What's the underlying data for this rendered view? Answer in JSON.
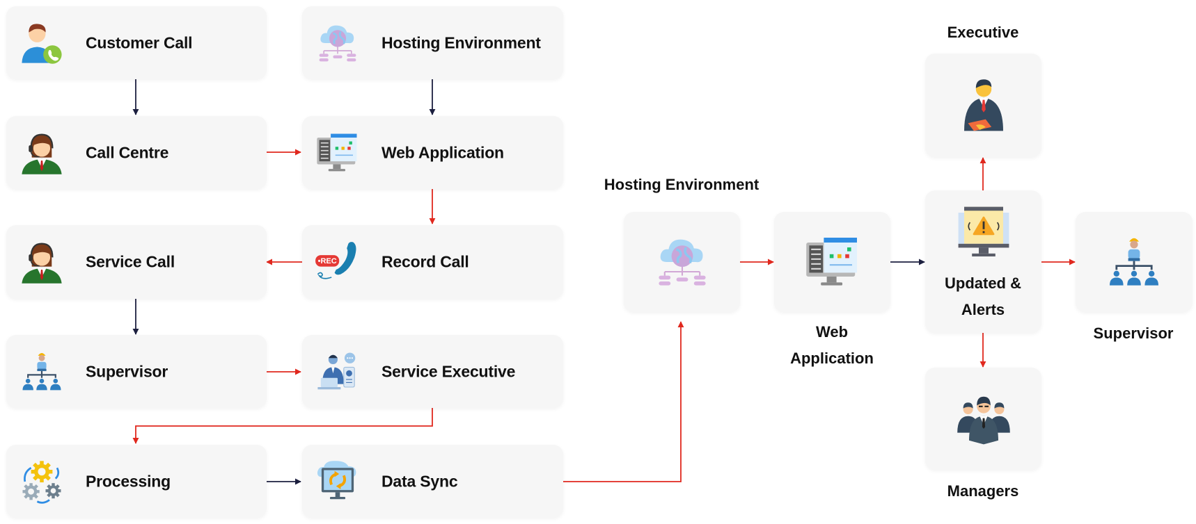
{
  "colors": {
    "box_bg": "#f6f6f6",
    "arrow_red": "#e0281e",
    "arrow_dark": "#1c1f3f"
  },
  "left_flow": {
    "customer_call": {
      "label": "Customer Call",
      "icon": "customer-phone-icon"
    },
    "hosting_environment": {
      "label": "Hosting Environment",
      "icon": "cloud-hosting-icon"
    },
    "call_centre": {
      "label": "Call Centre",
      "icon": "call-agent-icon"
    },
    "web_application": {
      "label": "Web Application",
      "icon": "web-app-monitor-icon"
    },
    "service_call": {
      "label": "Service Call",
      "icon": "call-agent-icon"
    },
    "record_call": {
      "label": "Record Call",
      "icon": "record-call-icon",
      "badge": "•REC"
    },
    "supervisor": {
      "label": "Supervisor",
      "icon": "supervisor-hierarchy-icon"
    },
    "service_executive": {
      "label": "Service Executive",
      "icon": "service-executive-icon"
    },
    "processing": {
      "label": "Processing",
      "icon": "gears-icon"
    },
    "data_sync": {
      "label": "Data Sync",
      "icon": "data-sync-icon"
    }
  },
  "right_flow": {
    "hosting_environment": {
      "label": "Hosting Environment",
      "icon": "cloud-hosting-icon"
    },
    "web_application": {
      "label_line1": "Web",
      "label_line2": "Application",
      "icon": "web-app-monitor-icon"
    },
    "updates_alerts": {
      "label_line1": "Updated &",
      "label_line2": "Alerts",
      "icon": "alert-monitor-icon"
    },
    "executive": {
      "label": "Executive",
      "icon": "executive-icon"
    },
    "managers": {
      "label": "Managers",
      "icon": "managers-icon"
    },
    "supervisor": {
      "label": "Supervisor",
      "icon": "supervisor-hierarchy-icon"
    }
  }
}
